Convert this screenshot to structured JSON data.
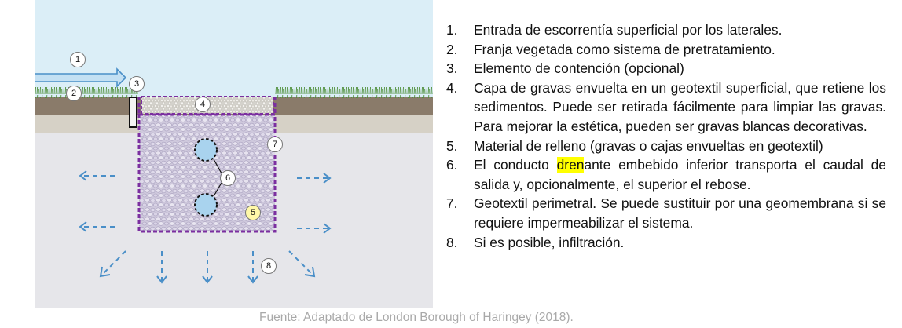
{
  "diagram": {
    "callouts": [
      "1",
      "2",
      "3",
      "4",
      "5",
      "6",
      "7",
      "8"
    ],
    "colors": {
      "sky": "#dbeef7",
      "ground": "#e6e6ea",
      "topsoil": "#8a7b6a",
      "subsoil": "#d6d1c6",
      "grass": "#4f8f3a",
      "gravel": "#cfc9dd",
      "pipe": "#a9d3ee",
      "geotextile": "#7b2fa0",
      "arrow": "#4a8fc8",
      "label_bg": "#fff8a8"
    }
  },
  "legend": [
    {
      "num": "1.",
      "text": "Entrada de escorrentía superficial por los laterales."
    },
    {
      "num": "2.",
      "text": "Franja vegetada como sistema de pretratamiento."
    },
    {
      "num": "3.",
      "text": "Elemento de contención (opcional)"
    },
    {
      "num": "4.",
      "text": "Capa de gravas envuelta en un geotextil superficial, que retiene los sedimentos. Puede ser retirada fácilmente para limpiar las gravas. Para mejorar la estética, pueden ser gravas blancas decorativas."
    },
    {
      "num": "5.",
      "text": "Material de relleno (gravas o cajas envueltas en geotextil)"
    },
    {
      "num": "6.",
      "pre": "El conducto ",
      "highlight": "dren",
      "post": "ante embebido inferior transporta el caudal de salida y, opcionalmente, el superior el rebose."
    },
    {
      "num": "7.",
      "text": "Geotextil perimetral. Se puede sustituir por  una  geomembrana si se requiere impermeabilizar el sistema."
    },
    {
      "num": "8.",
      "text": "Si es posible, infiltración."
    }
  ],
  "source": "Fuente: Adaptado de London Borough of Haringey (2018)."
}
